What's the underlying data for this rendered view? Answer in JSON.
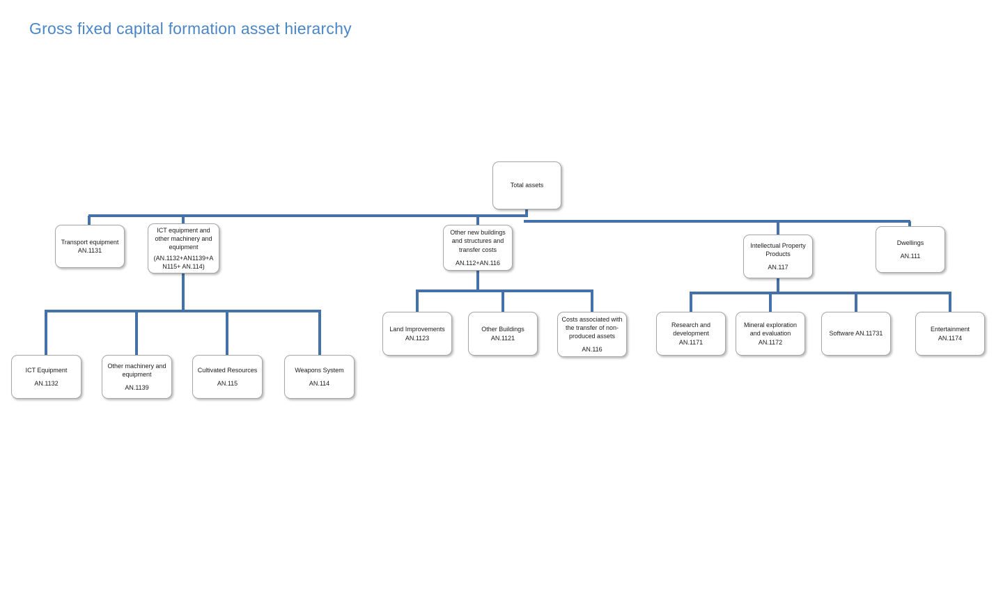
{
  "page": {
    "title": "Gross fixed capital formation asset hierarchy",
    "title_color": "#4a86c8",
    "background_color": "#ffffff",
    "connector_color": "#4472a8",
    "node_border_color": "#a6a6a6",
    "node_fill_color": "#ffffff"
  },
  "chart_data": {
    "type": "diagram",
    "diagram_kind": "organization-hierarchy-tree",
    "title": "Gross fixed capital formation asset hierarchy",
    "root": "total-assets",
    "nodes": [
      {
        "id": "total-assets",
        "lines": [
          "Total assets"
        ],
        "level": 0
      },
      {
        "id": "transport-equipment",
        "lines": [
          "Transport equipment",
          "AN.1131"
        ],
        "level": 1,
        "parent": "total-assets"
      },
      {
        "id": "ict-and-machinery",
        "lines": [
          "ICT  equipment and",
          "other machinery and",
          "equipment",
          "",
          "(AN.1132+AN1139+A",
          "N115+ AN.114)"
        ],
        "level": 1,
        "parent": "total-assets"
      },
      {
        "id": "other-new-buildings",
        "lines": [
          "Other new buildings",
          "and structures and",
          "transfer costs",
          "",
          "AN.112+AN.116"
        ],
        "level": 1,
        "parent": "total-assets"
      },
      {
        "id": "ipp",
        "lines": [
          "Intellectual Property",
          "Products",
          "",
          "AN.117"
        ],
        "level": 1,
        "parent": "total-assets"
      },
      {
        "id": "dwellings",
        "lines": [
          "Dwellings",
          "",
          "AN.111"
        ],
        "level": 1,
        "parent": "total-assets"
      },
      {
        "id": "ict-equipment",
        "lines": [
          "ICT Equipment",
          "",
          "AN.1132"
        ],
        "level": 2,
        "parent": "ict-and-machinery"
      },
      {
        "id": "other-machinery",
        "lines": [
          "Other machinery and",
          "equipment",
          "",
          "AN.1139"
        ],
        "level": 2,
        "parent": "ict-and-machinery"
      },
      {
        "id": "cultivated-resources",
        "lines": [
          "Cultivated Resources",
          "",
          "AN.115"
        ],
        "level": 2,
        "parent": "ict-and-machinery"
      },
      {
        "id": "weapons-system",
        "lines": [
          "Weapons System",
          "",
          "AN.114"
        ],
        "level": 2,
        "parent": "ict-and-machinery"
      },
      {
        "id": "land-improvements",
        "lines": [
          "Land Improvements",
          "AN.1123"
        ],
        "level": 2,
        "parent": "other-new-buildings"
      },
      {
        "id": "other-buildings",
        "lines": [
          "Other Buildings",
          "AN.1121"
        ],
        "level": 2,
        "parent": "other-new-buildings"
      },
      {
        "id": "transfer-costs",
        "lines": [
          "Costs associated with",
          "the transfer of non-",
          "produced assets",
          "",
          "AN.116"
        ],
        "level": 2,
        "parent": "other-new-buildings"
      },
      {
        "id": "research-development",
        "lines": [
          "Research and",
          "development",
          "AN.1171"
        ],
        "level": 2,
        "parent": "ipp"
      },
      {
        "id": "mineral-exploration",
        "lines": [
          "Mineral exploration",
          "and evaluation",
          "AN.1172"
        ],
        "level": 2,
        "parent": "ipp"
      },
      {
        "id": "software",
        "lines": [
          "Software AN.11731"
        ],
        "level": 2,
        "parent": "ipp"
      },
      {
        "id": "entertainment",
        "lines": [
          "Entertainment",
          "AN.1174"
        ],
        "level": 2,
        "parent": "ipp"
      }
    ]
  }
}
